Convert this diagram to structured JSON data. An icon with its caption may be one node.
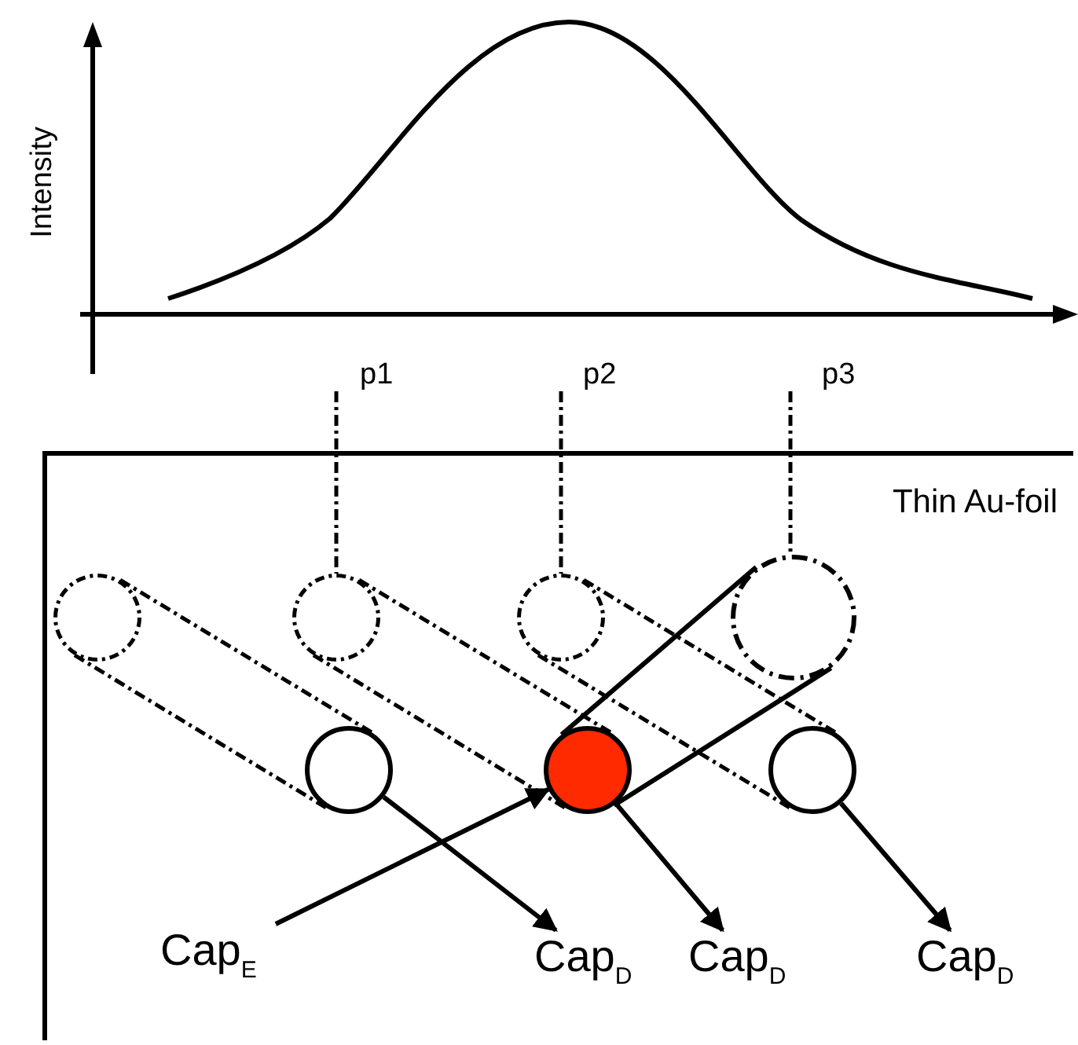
{
  "diagram": {
    "nodes": [
      {
        "text": [
          "Thin Au-foil"
        ]
      },
      {
        "text": [
          "p1"
        ]
      },
      {
        "text": [
          "p2"
        ]
      },
      {
        "text": [
          "p3"
        ]
      },
      {
        "text": [],
        "shape": "circle",
        "in": 0
      },
      {
        "text": [],
        "shape": "circle",
        "in": 0
      },
      {
        "text": [],
        "shape": "circle",
        "in": 0
      },
      {
        "text": [],
        "shape": "circle",
        "in": 0
      },
      {
        "text": [],
        "shape": "circle",
        "in": 0
      },
      {
        "text": [],
        "shape": "circle",
        "in": 0
      },
      {
        "text": [],
        "shape": "circle",
        "in": 0
      },
      {
        "text": [
          "Cap$_{E}$"
        ],
        "in": 0
      },
      {
        "text": [
          "Cap$_{D}$"
        ],
        "in": 0
      },
      {
        "text": [
          "Cap$_{D}$"
        ],
        "in": 0
      },
      {
        "text": [
          "Cap$_{D}$"
        ],
        "in": 0
      }
    ],
    "edges": [
      {
        "from": 11,
        "to": 9,
        "arrow": "to"
      },
      {
        "from": 8,
        "to": 12,
        "arrow": "to"
      },
      {
        "from": 9,
        "to": 13,
        "arrow": "to"
      },
      {
        "from": 10,
        "to": 14,
        "arrow": "to"
      },
      {
        "from": 1,
        "to": 5,
        "arrow": "none",
        "style": "dashed"
      },
      {
        "from": 2,
        "to": 6,
        "arrow": "none",
        "style": "dashed"
      },
      {
        "from": 3,
        "to": 7,
        "arrow": "none",
        "style": "dashed"
      },
      {
        "from": 4,
        "to": 8,
        "arrow": "none",
        "style": "dashed"
      },
      {
        "from": 5,
        "to": 9,
        "arrow": "none",
        "style": "dashed"
      },
      {
        "from": 6,
        "to": 10,
        "arrow": "none",
        "style": "dashed"
      },
      {
        "from": 9,
        "to": 7,
        "arrow": "none"
      }
    ],
    "labels": [
      "Intensity"
    ]
  }
}
